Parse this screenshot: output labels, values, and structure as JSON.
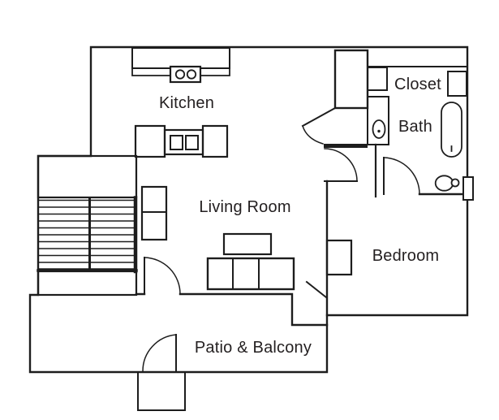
{
  "drawing": {
    "rooms": {
      "kitchen": "Kitchen",
      "closet": "Closet",
      "bath": "Bath",
      "living_room": "Living Room",
      "bedroom": "Bedroom",
      "patio": "Patio & Balcony"
    },
    "colors": {
      "line": "#1d1d1d",
      "text": "#231f20",
      "background": "#ffffff"
    },
    "icons": [
      "stairs-icon",
      "cooktop-burners-icon",
      "double-sink-icon",
      "counter-icon",
      "refrigerator-box-icon",
      "range-box-icon",
      "sofa-icon",
      "coffee-table-icon",
      "media-cabinet-icon",
      "bathtub-icon",
      "toilet-icon",
      "pedestal-sink-icon",
      "closet-shelf-icon",
      "water-heater-closet-icon",
      "door-swing-icon",
      "window-icon",
      "nightstand-icon",
      "entry-step-icon"
    ]
  }
}
